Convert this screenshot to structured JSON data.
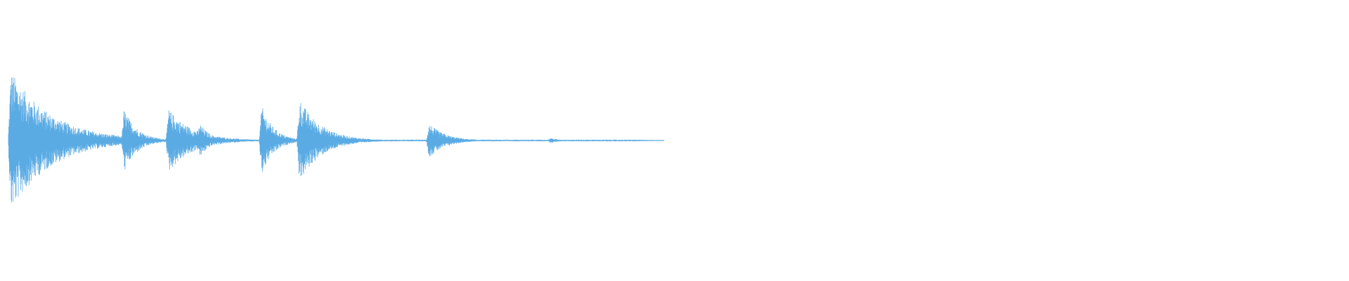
{
  "waveform": {
    "color": "#5aabe4",
    "baseline_color": "#5aabe4",
    "unplayed_color": "#5aabe4",
    "sound_fraction": 0.492,
    "events": [
      {
        "position": 0.008,
        "peak": 1.0,
        "decay": 0.03
      },
      {
        "position": 0.092,
        "peak": 0.45,
        "decay": 0.01
      },
      {
        "position": 0.125,
        "peak": 0.45,
        "decay": 0.018
      },
      {
        "position": 0.148,
        "peak": 0.25,
        "decay": 0.008
      },
      {
        "position": 0.194,
        "peak": 0.5,
        "decay": 0.009
      },
      {
        "position": 0.222,
        "peak": 0.6,
        "decay": 0.016
      },
      {
        "position": 0.255,
        "peak": 0.05,
        "decay": 0.01
      },
      {
        "position": 0.318,
        "peak": 0.25,
        "decay": 0.012
      },
      {
        "position": 0.408,
        "peak": 0.04,
        "decay": 0.006
      }
    ]
  }
}
